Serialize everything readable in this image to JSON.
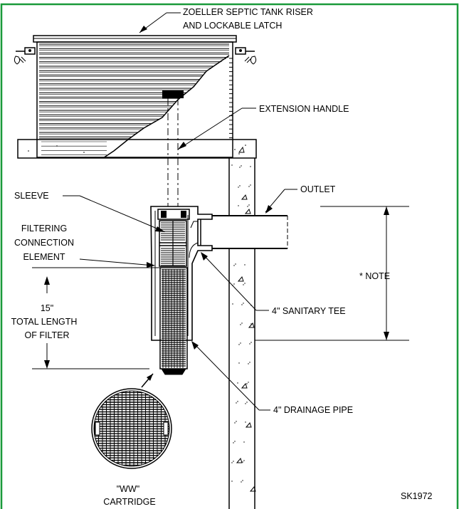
{
  "colors": {
    "frame": "#1a9a3a",
    "ink": "#000000",
    "paper": "#ffffff"
  },
  "labels": {
    "riser_line1": "ZOELLER SEPTIC TANK RISER",
    "riser_line2": "AND LOCKABLE LATCH",
    "extension_handle": "EXTENSION HANDLE",
    "outlet": "OUTLET",
    "sleeve": "SLEEVE",
    "filtering_line1": "FILTERING",
    "filtering_line2": "CONNECTION",
    "filtering_line3": "ELEMENT",
    "note": "* NOTE",
    "sanitary_tee": "4\" SANITARY TEE",
    "length_value": "15\"",
    "length_line1": "TOTAL LENGTH",
    "length_line2": "OF FILTER",
    "drainage_pipe": "4\" DRAINAGE PIPE",
    "cartridge_line1": "\"WW\"",
    "cartridge_line2": "CARTRIDGE",
    "drawing_number": "SK1972"
  }
}
